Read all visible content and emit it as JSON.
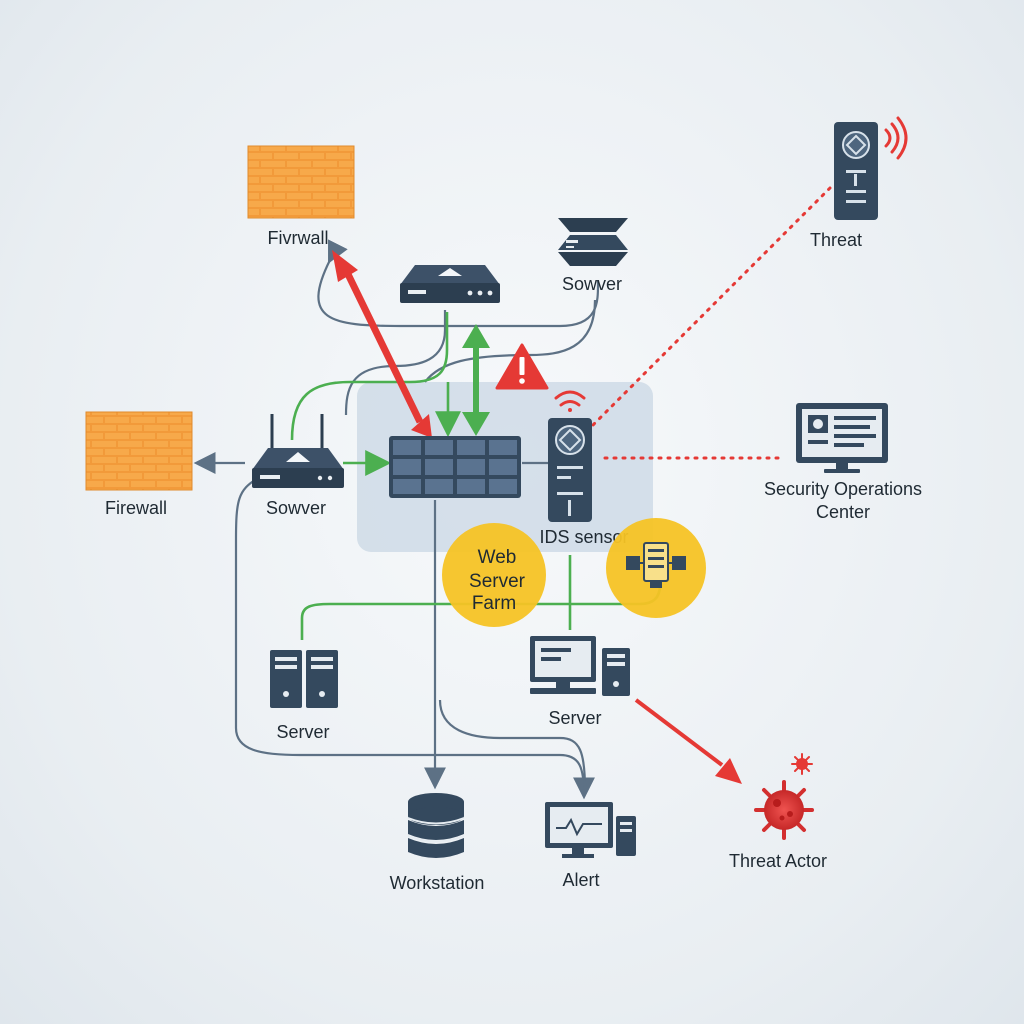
{
  "colors": {
    "navy": "#34495e",
    "navy_dark": "#2c3e50",
    "line": "#5d7185",
    "green": "#4caf50",
    "red": "#e53935",
    "yellow": "#f6c325",
    "brick": "#f29a3a",
    "panel": "#cfdbe6"
  },
  "nodes": {
    "firewall_top": {
      "label": "Fivrwall",
      "icon": "firewall-icon"
    },
    "firewall_left": {
      "label": "Firewall",
      "icon": "firewall-icon"
    },
    "router_top": {
      "icon": "router-icon"
    },
    "server_top": {
      "label": "Sowver",
      "icon": "server-stack-icon"
    },
    "router_left": {
      "label": "Sowver",
      "icon": "wireless-router-icon"
    },
    "threat_tower": {
      "label": "Threat",
      "icon": "tower-icon"
    },
    "soc": {
      "label_line1": "Security Operations",
      "label_line2": "Center",
      "icon": "monitor-icon"
    },
    "ids": {
      "label": "IDS sensor",
      "icon": "ids-sensor-icon"
    },
    "switch": {
      "icon": "switch-panel-icon"
    },
    "web_farm": {
      "line1": "Web",
      "line2": "Server",
      "line3": "Farm"
    },
    "server_left": {
      "label": "Server",
      "icon": "server-rack-icon"
    },
    "server_right": {
      "label": "Server",
      "icon": "desktop-server-icon"
    },
    "workstation": {
      "label": "Workstation",
      "icon": "database-icon"
    },
    "alert": {
      "label": "Alert",
      "icon": "alert-monitor-icon"
    },
    "threat_actor": {
      "label": "Threat Actor",
      "icon": "virus-icon"
    }
  }
}
